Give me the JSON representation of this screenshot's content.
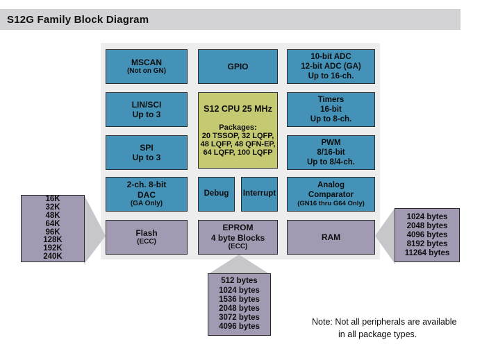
{
  "title": "S12G Family Block Diagram",
  "colors": {
    "block_teal": "#4492b8",
    "cpu_green": "#c4c972",
    "memory_purple": "#a29ab3",
    "panel_gray": "#ededee",
    "titlebar_gray": "#d3d3d5",
    "arrow_gray": "#c7c7cb",
    "border_dark": "#2a2a2a"
  },
  "blocks": {
    "mscan": {
      "line1": "MSCAN",
      "line2": "(Not on GN)"
    },
    "gpio": {
      "line1": "GPIO"
    },
    "adc": {
      "line1": "10-bit ADC",
      "line2": "12-bit ADC (GA)",
      "line3": "Up to 16-ch."
    },
    "linsci": {
      "line1": "LIN/SCI",
      "line2": "Up to 3"
    },
    "cpu": {
      "title": "S12 CPU 25 MHz",
      "packages_label": "Packages:",
      "packages_line1": "20 TSSOP, 32 LQFP,",
      "packages_line2": "48 LQFP, 48 QFN-EP,",
      "packages_line3": "64 LQFP, 100 LQFP"
    },
    "timers": {
      "line1": "Timers",
      "line2": "16-bit",
      "line3": "Up to 8-ch."
    },
    "spi": {
      "line1": "SPI",
      "line2": "Up to 3"
    },
    "pwm": {
      "line1": "PWM",
      "line2": "8/16-bit",
      "line3": "Up to 8/4-ch."
    },
    "dac": {
      "line1": "2-ch. 8-bit",
      "line2": "DAC",
      "line3": "(GA Only)"
    },
    "debug": {
      "line1": "Debug"
    },
    "interrupt": {
      "line1": "Interrupt"
    },
    "comparator": {
      "line1": "Analog",
      "line2": "Comparator",
      "line3": "(GN16 thru G64 Only)"
    },
    "flash": {
      "line1": "Flash",
      "line2": "(ECC)"
    },
    "eprom": {
      "line1": "EPROM",
      "line2": "4 byte Blocks",
      "line3": "(ECC)"
    },
    "ram": {
      "line1": "RAM"
    }
  },
  "callouts": {
    "flash_sizes": {
      "lines": [
        "16K",
        "32K",
        "48K",
        "64K",
        "96K",
        "128K",
        "192K",
        "240K"
      ]
    },
    "eprom_sizes": {
      "lines": [
        "512 bytes",
        "1024 bytes",
        "1536 bytes",
        "2048 bytes",
        "3072 bytes",
        "4096 bytes"
      ]
    },
    "ram_sizes": {
      "lines": [
        "1024 bytes",
        "2048 bytes",
        "4096 bytes",
        "8192 bytes",
        "11264 bytes"
      ]
    }
  },
  "note": {
    "line1": "Note: Not all peripherals are available",
    "line2": "in all package types."
  }
}
